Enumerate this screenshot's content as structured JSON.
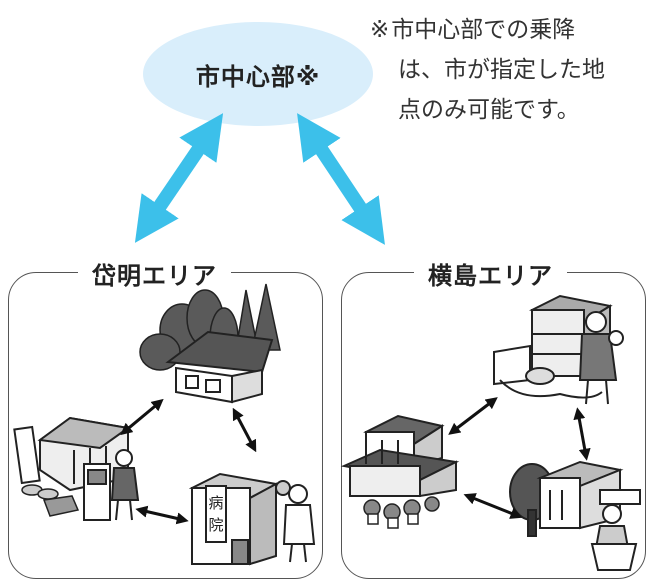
{
  "center": {
    "label": "市中心部※"
  },
  "note": {
    "line1": "市中心部での乗降",
    "line2": "は、市が指定した地",
    "line3": "点のみ可能です。",
    "mark": "※"
  },
  "areas": [
    {
      "title": "岱明エリア",
      "hospital_sign": [
        "病",
        "院"
      ]
    },
    {
      "title": "横島エリア"
    }
  ],
  "colors": {
    "arrow": "#3cc0ea",
    "ellipse": "#d9eefb",
    "outline": "#555555"
  },
  "icons": [
    "bidirectional-arrow-icon",
    "house-icon",
    "bank-icon",
    "hospital-icon",
    "shop-icon",
    "farm-icon",
    "school-icon"
  ]
}
